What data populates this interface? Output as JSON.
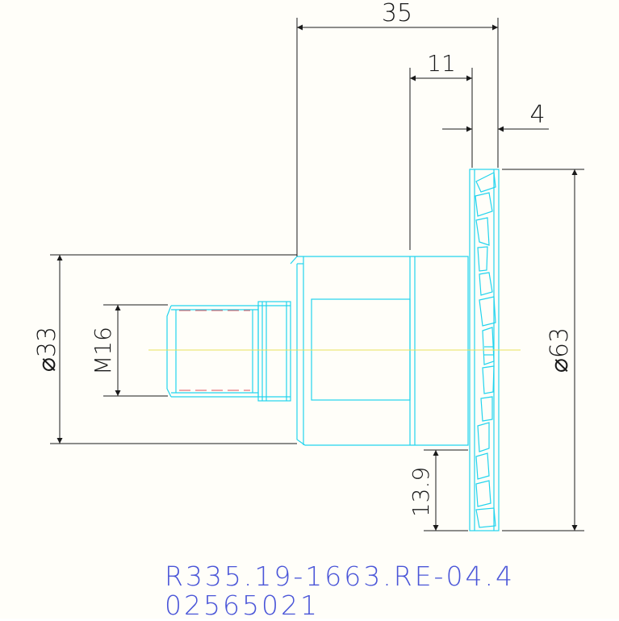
{
  "drawing": {
    "dimensions": {
      "overall_length": "35",
      "flange_offset": "11",
      "flange_thickness": "4",
      "shank_diameter": "⌀33",
      "thread": "M16",
      "cutter_diameter": "⌀63",
      "insert_height": "13.9"
    },
    "labels": {
      "part_code": "R335.19-1663.RE-04.4",
      "order_number": "02565021"
    },
    "colors": {
      "part_outline": "#22d4ee",
      "dimension_lines": "#1a1a1a",
      "hidden_lines": "#e0505a",
      "center_line": "#e8e25a",
      "label_text": "#4a55d8",
      "background": "#fffef9"
    }
  }
}
